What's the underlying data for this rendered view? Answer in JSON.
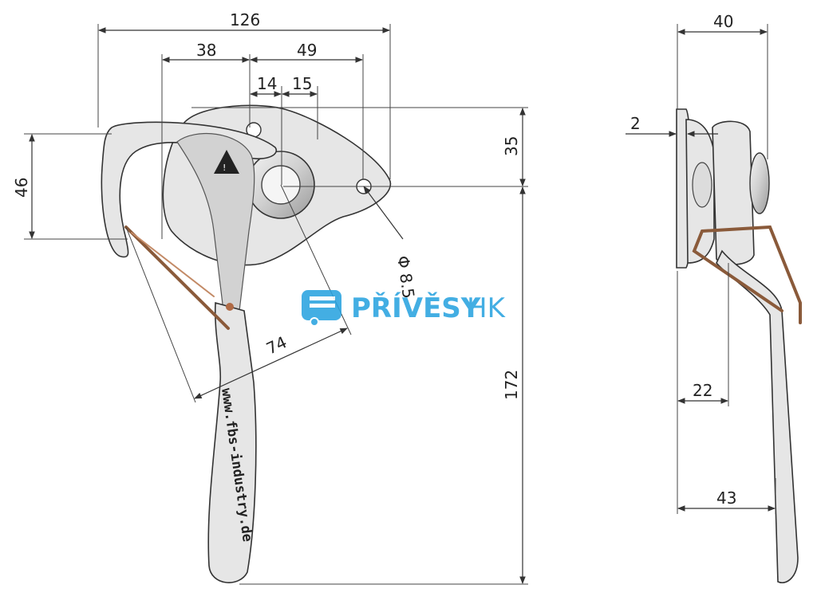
{
  "dimensions": {
    "d126": "126",
    "d38": "38",
    "d49": "49",
    "d14": "14",
    "d15": "15",
    "d46": "46",
    "d35": "35",
    "d172": "172",
    "d74": "74",
    "phi": "Φ 8.5",
    "d40": "40",
    "d2": "2",
    "d22": "22",
    "d43": "43"
  },
  "watermark": {
    "brand_main": "PŘÍVĚSY",
    "brand_suffix": "HK"
  },
  "handle_marking": "www.fbs-industry.de",
  "colors": {
    "logo_blue": "#2aa3e0",
    "wire_copper": "#8a5a3a"
  }
}
